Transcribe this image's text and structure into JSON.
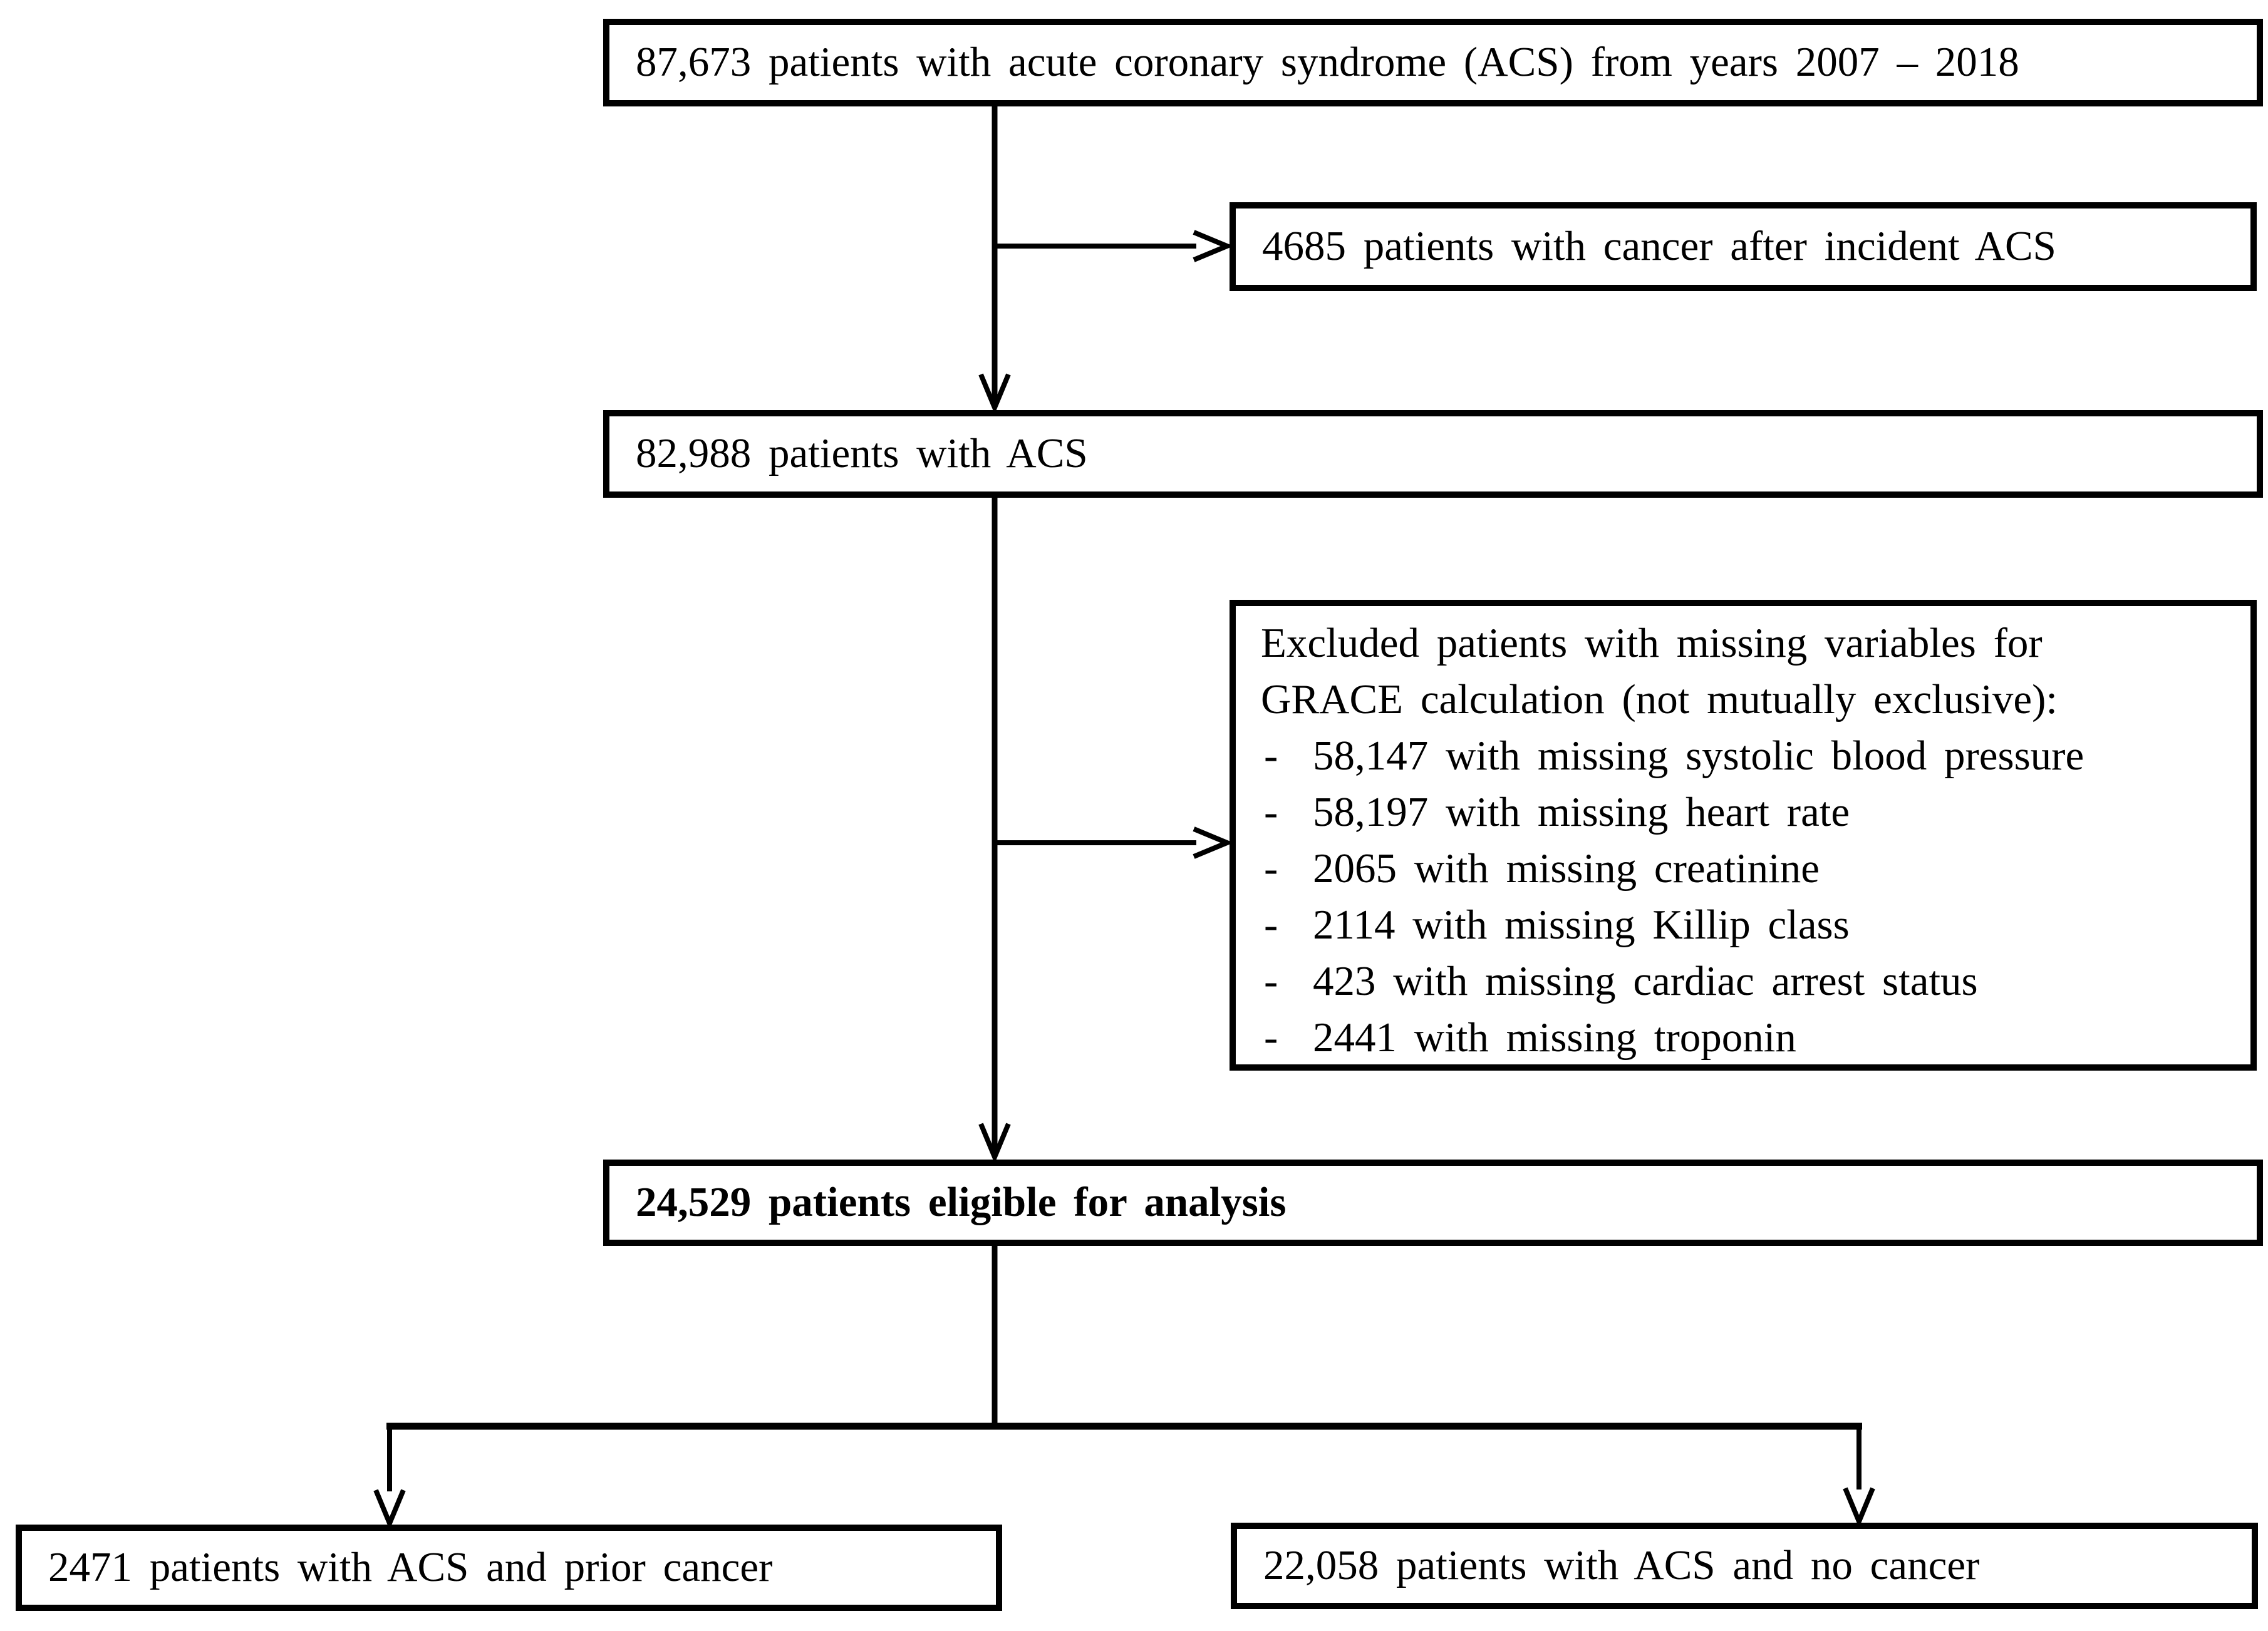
{
  "colors": {
    "ink": "#000000",
    "background": "#ffffff"
  },
  "boxes": {
    "box1": {
      "text": "87,673 patients with acute coronary syndrome (ACS) from years 2007 – 2018"
    },
    "box2": {
      "text": "4685 patients with cancer after incident ACS"
    },
    "box3": {
      "text": "82,988 patients with ACS"
    },
    "box4": {
      "header_line1": "Excluded patients with missing variables for",
      "header_line2": "GRACE calculation (not mutually exclusive):",
      "bullet": "-",
      "items": [
        "58,147 with missing systolic blood pressure",
        "58,197 with missing heart rate",
        "2065 with missing creatinine",
        "2114 with missing Killip class",
        "423 with missing cardiac arrest status",
        "2441 with missing troponin"
      ]
    },
    "box5": {
      "text": "24,529 patients eligible for analysis"
    },
    "box_left": {
      "text": "2471 patients with ACS and prior cancer"
    },
    "box_right": {
      "text": "22,058 patients with ACS and no cancer"
    }
  }
}
